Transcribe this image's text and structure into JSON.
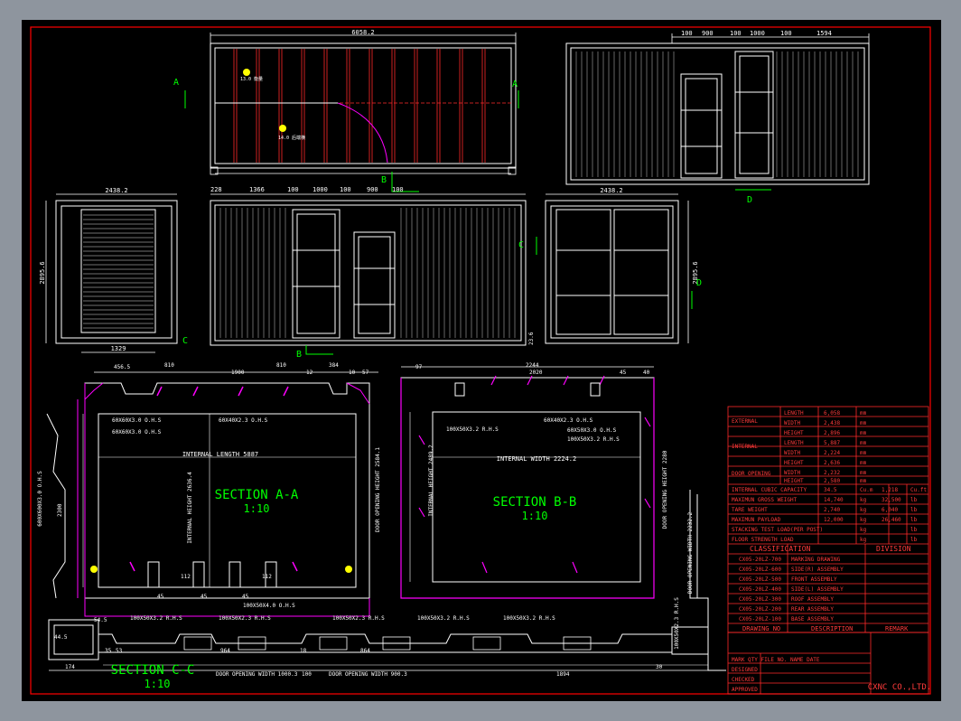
{
  "colors": {
    "background": "#000000",
    "frame": "#ff0000",
    "geometry": "#ffffff",
    "dimension": "#ffffff",
    "section_label": "#00ff00",
    "table_text": "#ff3b3b",
    "magenta": "#ff00ff",
    "cyan": "#00ffff",
    "yellow": "#ffff00",
    "page_margin": "#8e959e"
  },
  "views": {
    "side_top": {
      "length": "6058.2",
      "mark_a_left": "A",
      "mark_a_right": "A",
      "mark_b": "B",
      "label_1": "13.0 衡量",
      "label_2": "14.0 后端横"
    },
    "side_right_top": {
      "dims": [
        "100",
        "900",
        "100",
        "1000",
        "100",
        "1594"
      ],
      "mark_d": "D"
    },
    "front_end": {
      "width": "2438.2",
      "height": "2895.6",
      "bottom": "1329",
      "mark_c": "C"
    },
    "side_doors": {
      "dims": [
        "228",
        "1366",
        "100",
        "1000",
        "100",
        "900",
        "100"
      ],
      "mark_b": "B",
      "mark_c": "C"
    },
    "rear_end": {
      "width": "2438.2",
      "height": "2895.6",
      "mark_d": "D",
      "bottom": "23.6"
    }
  },
  "sections": {
    "aa": {
      "title": "SECTION A-A",
      "scale": "1:10",
      "dims_top": [
        "456.5",
        "810",
        "1900",
        "810",
        "384",
        "12",
        "10",
        "57"
      ],
      "internal_length": "INTERNAL LENGTH 5887",
      "internal_height": "INTERNAL HEIGHT 2636.4",
      "door_height": "DOOR OPENING HEIGHT 2584.1",
      "profile_1": "60X60X3.0 O.H.S",
      "profile_2": "60X60X3.0 O.H.S",
      "profile_3": "60X40X2.3 O.H.S",
      "bottom_dims": [
        "45",
        "112",
        "45",
        "45",
        "112"
      ],
      "side_dims": [
        "600X600X3.0 O.H.S",
        "2300"
      ]
    },
    "bb": {
      "title": "SECTION B-B",
      "scale": "1:10",
      "dims_top": [
        "97",
        "2244",
        "2020",
        "45",
        "40"
      ],
      "internal_width": "INTERNAL WIDTH 2224.2",
      "internal_height": "INTERNAL HEIGHT 2489.2",
      "door_height": "DOOR OPENING HEIGHT 2280",
      "profile_1": "60X40X2.3 O.H.S",
      "profile_2": "100X50X3.2 R.H.S",
      "profile_3": "60X50X3.0 O.H.S",
      "profile_4": "100X50X3.2 R.H.S",
      "door_width": "DOOR OPENING WIDTH 2232.2",
      "side_profile": "100X50X2.3 R.H.S"
    },
    "cc": {
      "title": "SECTION C-C",
      "scale": "1:10",
      "profiles": [
        "100X50X3.2 R.H.S",
        "100X50X2.3 R.H.S",
        "100X50X4.0 O.H.S",
        "100X50X2.3 R.H.S",
        "100X50X3.2 R.H.S",
        "100X50X3.2 R.H.S"
      ],
      "dims": [
        "174",
        "964",
        "864",
        "30",
        "1894",
        "100",
        "35",
        "53",
        "18"
      ],
      "door_width_1": "DOOR OPENING WIDTH 1000.3",
      "door_width_2": "DOOR OPENING WIDTH 900.3",
      "left_dim": "54.5",
      "small": "44.5"
    }
  },
  "spec_table": {
    "rows": [
      {
        "group": "EXTERNAL",
        "item": "LENGTH",
        "value": "6,058",
        "unit": "mm"
      },
      {
        "group": "",
        "item": "WIDTH",
        "value": "2,438",
        "unit": "mm"
      },
      {
        "group": "",
        "item": "HEIGHT",
        "value": "2,896",
        "unit": "mm"
      },
      {
        "group": "INTERNAL",
        "item": "LENGTH",
        "value": "5,887",
        "unit": "mm"
      },
      {
        "group": "",
        "item": "WIDTH",
        "value": "2,224",
        "unit": "mm"
      },
      {
        "group": "",
        "item": "HEIGHT",
        "value": "2,636",
        "unit": "mm"
      },
      {
        "group": "DOOR OPENING",
        "item": "WIDTH",
        "value": "2,232",
        "unit": "mm"
      },
      {
        "group": "",
        "item": "HEIGHT",
        "value": "2,580",
        "unit": "mm"
      }
    ],
    "rows2": [
      {
        "label": "INTERNAL CUBIC CAPACITY",
        "v1": "34.5",
        "u1": "Cu.m",
        "v2": "1,218",
        "u2": "Cu.ft"
      },
      {
        "label": "MAXIMUN GROSS WEIGHT",
        "v1": "14,740",
        "u1": "kg",
        "v2": "32,500",
        "u2": "lb"
      },
      {
        "label": "TARE WEIGHT",
        "v1": "2,740",
        "u1": "kg",
        "v2": "6,040",
        "u2": "lb"
      },
      {
        "label": "MAXIMUN PAYLOAD",
        "v1": "12,000",
        "u1": "kg",
        "v2": "26,460",
        "u2": "lb"
      },
      {
        "label": "STACKING TEST LOAD(PER POST)",
        "v1": "",
        "u1": "kg",
        "v2": "",
        "u2": "lb"
      },
      {
        "label": "FLOOR STRENGTH LOAD",
        "v1": "",
        "u1": "kg",
        "v2": "",
        "u2": "lb"
      }
    ],
    "header_class": "CLASSIFICATION",
    "header_div": "DIVISION",
    "drawings": [
      {
        "no": "CX05-20LZ-700",
        "desc": "MARKING DRAWING"
      },
      {
        "no": "CX05-20LZ-600",
        "desc": "SIDE(R) ASSEMBLY"
      },
      {
        "no": "CX05-20LZ-500",
        "desc": "FRONT ASSEMBLY"
      },
      {
        "no": "CX05-20LZ-400",
        "desc": "SIDE(L) ASSEMBLY"
      },
      {
        "no": "CX05-20LZ-300",
        "desc": "ROOF ASSEMBLY"
      },
      {
        "no": "CX05-20LZ-200",
        "desc": "REAR ASSEMBLY"
      },
      {
        "no": "CX05-20LZ-100",
        "desc": "BASE ASSEMBLY"
      }
    ],
    "footer": {
      "no": "DRAWING NO",
      "desc": "DESCRIPTION",
      "remark": "REMARK"
    }
  },
  "title_block": {
    "rev_row": "MARK QTY FILE NO. NAME DATE",
    "designed": "DESIGNED",
    "checked": "CHECKED",
    "approved": "APPROVED",
    "company": "CXNC CO.,LTD."
  }
}
